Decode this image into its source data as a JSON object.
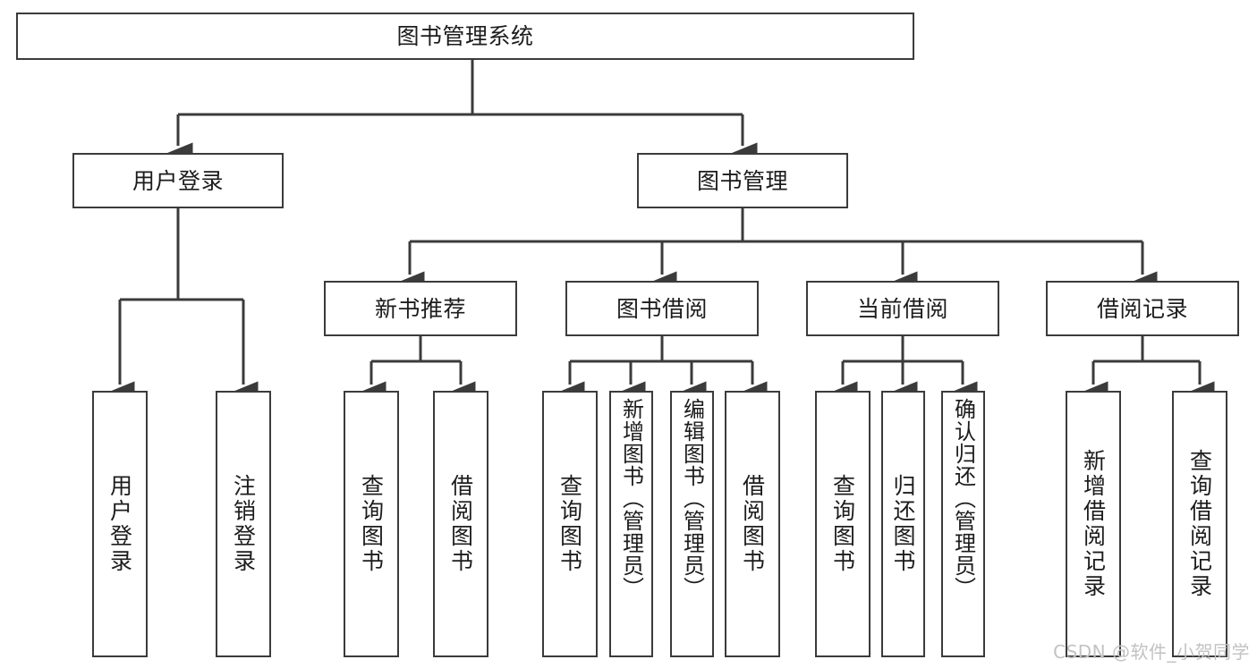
{
  "diagram": {
    "title": "图书管理系统",
    "type": "hierarchy-tree",
    "background_color": "#ffffff",
    "line_color": "#3b3b3b",
    "text_color": "#1c1c1c",
    "nodes": {
      "root": {
        "label": "图书管理系统"
      },
      "l1": [
        {
          "label": "用户登录"
        },
        {
          "label": "图书管理"
        }
      ],
      "l2": [
        {
          "label": "新书推荐"
        },
        {
          "label": "图书借阅"
        },
        {
          "label": "当前借阅"
        },
        {
          "label": "借阅记录"
        }
      ],
      "leaves": {
        "user_login": [
          {
            "label": "用户登录"
          },
          {
            "label": "注销登录"
          }
        ],
        "new_book": [
          {
            "label": "查询图书"
          },
          {
            "label": "借阅图书"
          }
        ],
        "borrow": [
          {
            "label": "查询图书"
          },
          {
            "label": "新增图书（管理员）"
          },
          {
            "label": "编辑图书（管理员）"
          },
          {
            "label": "借阅图书"
          }
        ],
        "current": [
          {
            "label": "查询图书"
          },
          {
            "label": "归还图书"
          },
          {
            "label": "确认归还（管理员）"
          }
        ],
        "record": [
          {
            "label": "新增借阅记录"
          },
          {
            "label": "查询借阅记录"
          }
        ]
      }
    },
    "watermark": "CSDN @软件_小贺同学"
  }
}
